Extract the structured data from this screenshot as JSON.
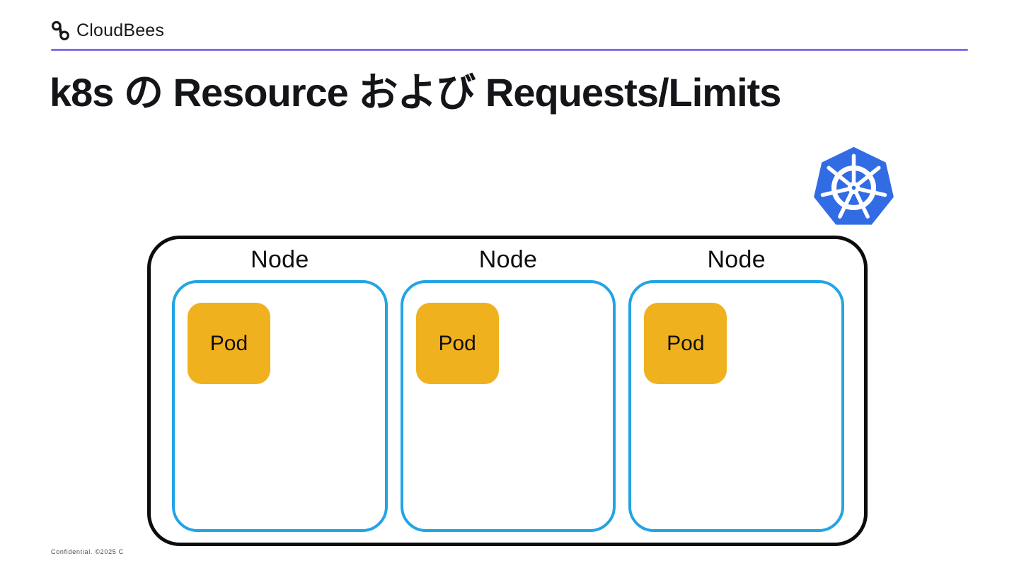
{
  "slide": {
    "brand": {
      "name": "CloudBees"
    },
    "title": "k8s の Resource および Requests/Limits",
    "footer": "Confidential. ©2025 C"
  },
  "diagram": {
    "nodes": [
      {
        "label": "Node",
        "pods": [
          {
            "label": "Pod"
          }
        ]
      },
      {
        "label": "Node",
        "pods": [
          {
            "label": "Pod"
          }
        ]
      },
      {
        "label": "Node",
        "pods": [
          {
            "label": "Pod"
          }
        ]
      }
    ]
  },
  "icons": {
    "brand_mark": "cloudbees-mark-icon",
    "kubernetes": "kubernetes-helm-icon"
  },
  "colors": {
    "accent_rule": "#7D6FE6",
    "kubernetes_blue": "#326CE5",
    "node_border_blue": "#23A4E4",
    "pod_yellow": "#F0B11E",
    "outline_black": "#0C0C0C",
    "footer_gray": "#4A4A4A"
  }
}
